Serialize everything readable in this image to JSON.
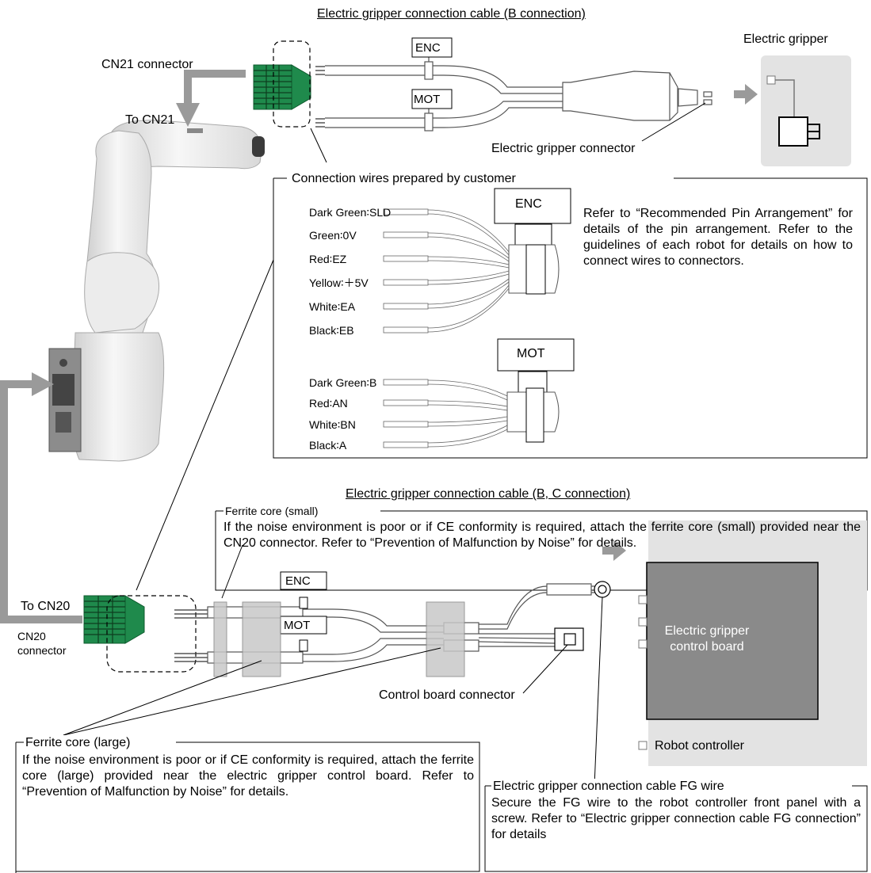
{
  "titles": {
    "b_connection": "Electric gripper connection cable (B connection)",
    "bc_connection": "Electric gripper connection cable (B, C connection)"
  },
  "labels": {
    "cn21_connector": "CN21 connector",
    "to_cn21": "To CN21",
    "electric_gripper": "Electric gripper",
    "electric_gripper_connector": "Electric gripper connector",
    "enc": "ENC",
    "mot": "MOT",
    "to_cn20": "To CN20",
    "cn20_connector_line1": "CN20",
    "cn20_connector_line2": "connector",
    "control_board_connector": "Control board connector",
    "gripper_control_board_line1": "Electric gripper",
    "gripper_control_board_line2": "control board",
    "robot_controller": "Robot controller"
  },
  "customer_wires": {
    "title": "Connection wires prepared by customer",
    "enc_wires": [
      "Dark Green∶SLD",
      "Green∶0V",
      "Red∶EZ",
      "Yellow∶＋5V",
      "White∶EA",
      "Black∶EB"
    ],
    "mot_wires": [
      "Dark Green∶B",
      "Red∶AN",
      "White∶BN",
      "Black∶A"
    ],
    "note": "Refer to “Recommended Pin Arrangement” for details of the pin arrangement. Refer to the guidelines of each robot for details on how to connect wires to connectors."
  },
  "ferrite_small": {
    "title": "Ferrite core (small)",
    "text": "If the noise environment is poor or if CE conformity is required, attach the ferrite core (small) provided near the CN20 connector. Refer to “Prevention of Malfunction by Noise” for details."
  },
  "ferrite_large": {
    "title": "Ferrite core (large)",
    "text": "If the noise environment is poor or if CE conformity is required, attach the ferrite core (large) provided near the electric gripper control board. Refer to “Prevention of Malfunction by Noise” for details."
  },
  "fg_wire": {
    "title": "Electric gripper connection cable FG wire",
    "text": "Secure the FG wire to the robot controller front panel with a screw. Refer to “Electric gripper connection cable FG connection” for details"
  },
  "colors": {
    "connector_green": "#1f8a4c",
    "arrow_gray": "#9a9a9a",
    "panel_gray": "#e3e3e3",
    "board_gray": "#8a8a8a"
  }
}
